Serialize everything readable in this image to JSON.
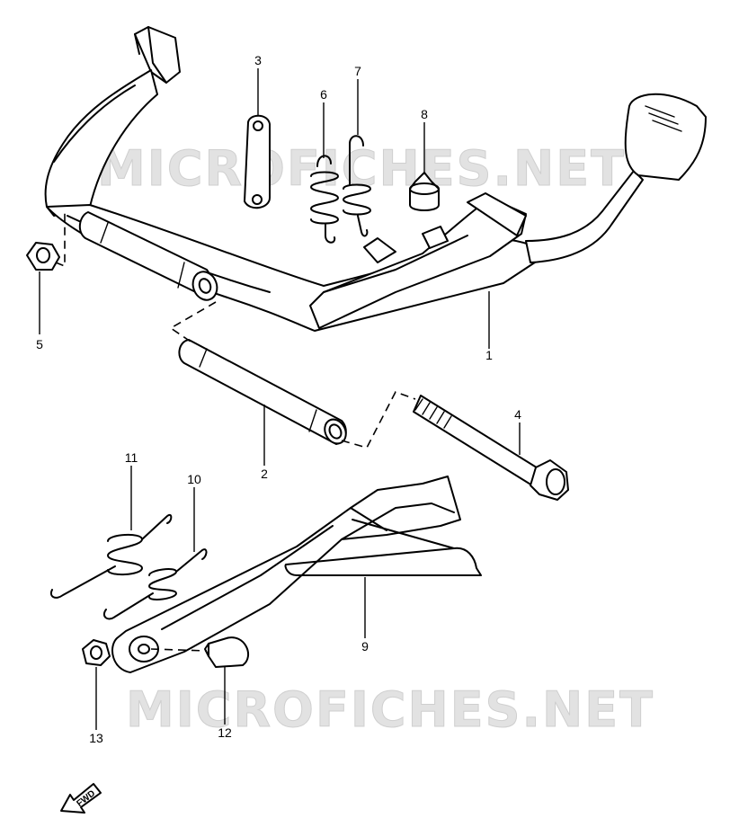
{
  "watermark": {
    "top_text": "MICROFICHES.NET",
    "bottom_text": "MICROFICHES.NET"
  },
  "callouts": {
    "c1": "1",
    "c2": "2",
    "c3": "3",
    "c4": "4",
    "c5": "5",
    "c6": "6",
    "c7": "7",
    "c8": "8",
    "c9": "9",
    "c10": "10",
    "c11": "11",
    "c12": "12",
    "c13": "13"
  },
  "fwd_indicator": {
    "label": "FWD",
    "icon": "forward-arrow-icon"
  }
}
